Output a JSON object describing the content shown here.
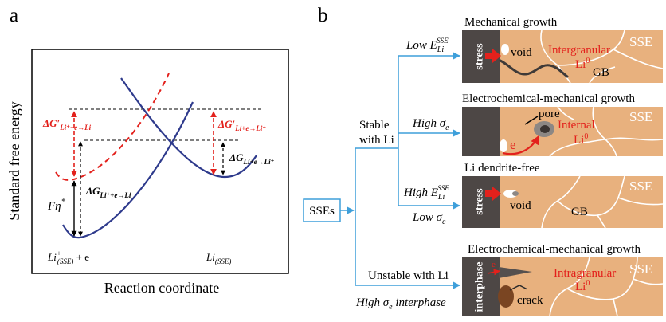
{
  "colors": {
    "energy_curve": "#2E3A8C",
    "red": "#E3211C",
    "flow_line": "#3E9FDA",
    "sse_fill": "#E8B17E",
    "lithium_fill": "#4D4745",
    "grain_boundary": "#FFFFFF"
  },
  "panel_a": {
    "label": "a",
    "y_label": "Standard free energy",
    "x_label": "Reaction coordinate",
    "dG_prime_left": {
      "main": "ΔG′",
      "sub": "Li⁺+e→Li"
    },
    "f_eta": {
      "main": "Fη",
      "sup": "*"
    },
    "dG_left": {
      "main": "ΔG",
      "sub": "Li⁺+e→Li"
    },
    "dG_prime_right": {
      "main": "ΔG′",
      "sub": "Li+e→Li⁺"
    },
    "dG_right": {
      "main": "ΔG",
      "sub": "Li+e→Li⁺"
    },
    "state_left": {
      "main": "Li",
      "sup": "+",
      "sub": "(SSE)",
      "tail": " + e"
    },
    "state_right": {
      "main": "Li",
      "sub": "(SSE)"
    }
  },
  "panel_b": {
    "label": "b",
    "sses": "SSEs",
    "stable": [
      "Stable",
      "with Li"
    ],
    "branch_low_e": {
      "main": "Low E",
      "sub": "Li",
      "sup": "SSE"
    },
    "branch_high_sigma": {
      "main": "High σ",
      "sub": "e"
    },
    "branch_high_e": {
      "main": "High E",
      "sub": "Li",
      "sup": "SSE"
    },
    "branch_low_sigma": {
      "main": "Low σ",
      "sub": "e"
    },
    "unstable": "Unstable with Li",
    "interphase_branch": {
      "main": "High σ",
      "sub": "e",
      "tail": " interphase"
    },
    "panels": [
      {
        "title": "Mechanical growth",
        "side": "stress",
        "void": "void",
        "red_1": "Intergranular",
        "red_2": "Li",
        "red_2_sup": "0",
        "gb": "GB",
        "sse": "SSE"
      },
      {
        "title": "Electrochemical-mechanical growth",
        "pore": "pore",
        "red_1": "Internal",
        "red_2": "Li",
        "red_2_sup": "0",
        "electron": "e",
        "sse": "SSE"
      },
      {
        "title": "Li dendrite-free",
        "side": "stress",
        "void": "void",
        "gb": "GB",
        "sse": "SSE"
      },
      {
        "title": "Electrochemical-mechanical growth",
        "side": "interphase",
        "red_1": "Intragranular",
        "red_2": "Li",
        "red_2_sup": "0",
        "crack": "crack",
        "electron": "e",
        "sse": "SSE"
      }
    ]
  }
}
